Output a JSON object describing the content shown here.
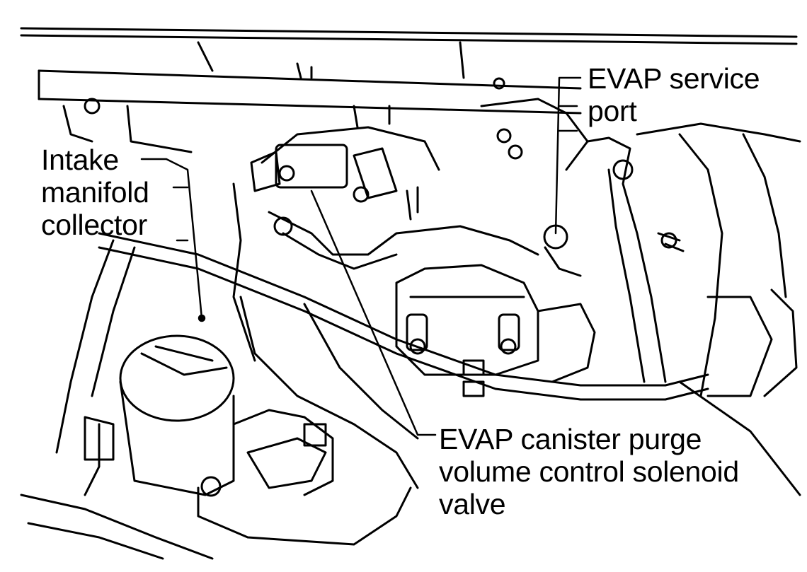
{
  "diagram": {
    "callouts": {
      "evap_service_port": {
        "line1": "EVAP service",
        "line2": "port"
      },
      "intake_manifold_collector": {
        "line1": "Intake",
        "line2": "manifold",
        "line3": "collector"
      },
      "purge_solenoid_valve": {
        "line1": "EVAP canister purge",
        "line2": "volume control solenoid",
        "line3": "valve"
      }
    },
    "colors": {
      "ink": "#000000",
      "paper": "#ffffff"
    }
  }
}
